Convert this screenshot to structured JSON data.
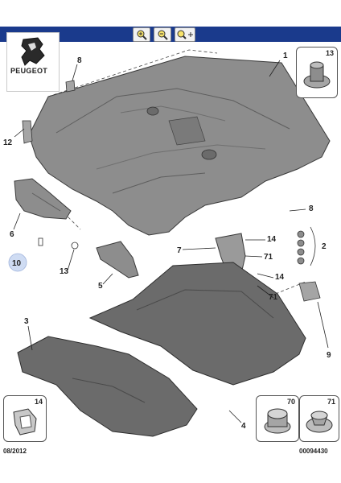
{
  "header": {
    "zoom_in_icon": "zoom-in-icon",
    "zoom_out_icon": "zoom-out-icon",
    "zoom_pan_icon": "zoom-pan-icon"
  },
  "brand": {
    "name": "PEUGEOT"
  },
  "callouts": {
    "c1": "1",
    "c2": "2",
    "c3": "3",
    "c4": "4",
    "c5": "5",
    "c6": "6",
    "c7": "7",
    "c8a": "8",
    "c8b": "8",
    "c9": "9",
    "c10": "10",
    "c12": "12",
    "c13": "13",
    "c14a": "14",
    "c14b": "14",
    "c71a": "71",
    "c71b": "71"
  },
  "insets": {
    "top_right": "13",
    "bottom_left": "14",
    "bottom_mid": "70",
    "bottom_right": "71"
  },
  "footer": {
    "date": "08/2012",
    "ref": "00094430"
  },
  "colors": {
    "header_bar": "#1a3a8c",
    "part_fill": "#8d8d8d",
    "part_dark": "#5e5e5e",
    "highlight": "#cfdcf3"
  }
}
